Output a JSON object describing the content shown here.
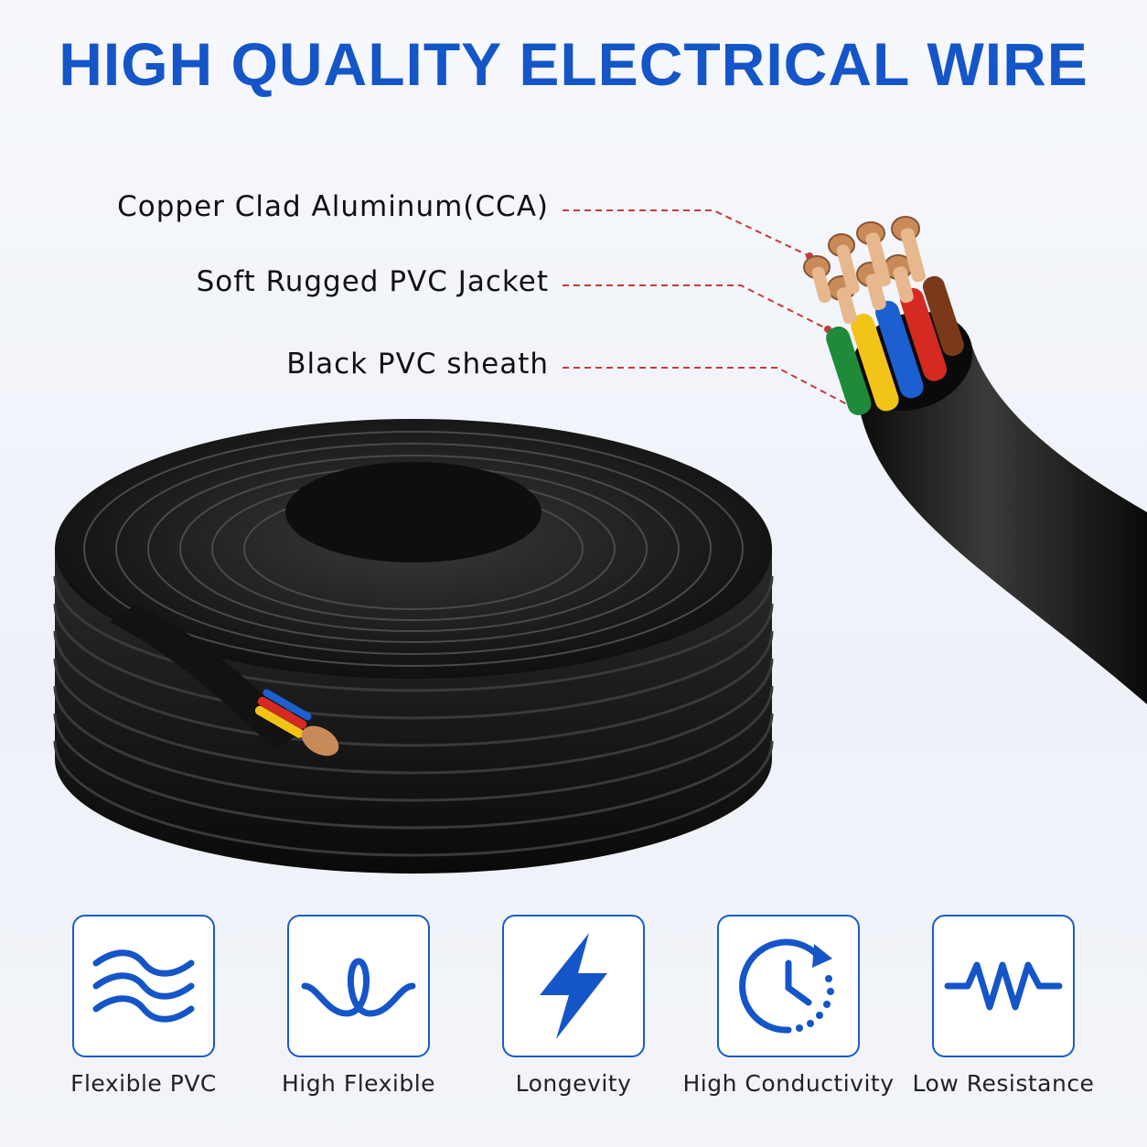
{
  "title": "HIGH QUALITY ELECTRICAL WIRE",
  "callouts": [
    "Copper Clad Aluminum(CCA)",
    "Soft Rugged PVC Jacket",
    "Black PVC sheath"
  ],
  "features": [
    {
      "label": "Flexible PVC",
      "icon": "waves-icon"
    },
    {
      "label": "High Flexible",
      "icon": "loop-wire-icon"
    },
    {
      "label": "Longevity",
      "icon": "lightning-bolt-icon"
    },
    {
      "label": "High Conductivity",
      "icon": "clock-refresh-icon"
    },
    {
      "label": "Low Resistance",
      "icon": "resistor-icon"
    }
  ],
  "colors": {
    "accent": "#1455c8",
    "leader_line": "#c83a3a",
    "sheath": "#151515",
    "copper": "#c98a5a",
    "wire_green": "#1e8a3a",
    "wire_yellow": "#f2c417",
    "wire_blue": "#1d5fd1",
    "wire_red": "#d42a22",
    "wire_brown": "#7a3a1a"
  }
}
